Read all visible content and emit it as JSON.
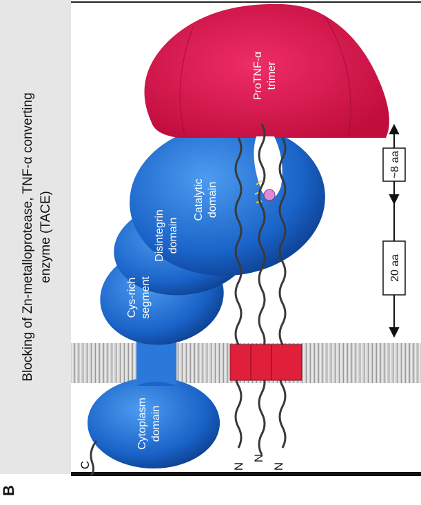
{
  "panel_label": "B",
  "caption": {
    "line1": "Blocking of Zn-metalloprotease, TNF-α converting",
    "line2": "enzyme (TACE)"
  },
  "labels": {
    "c_terminus": "C",
    "n_terminus": "N",
    "cytoplasm": [
      "Cytoplasm",
      "domain"
    ],
    "cys_rich": [
      "Cys-rich",
      "segment"
    ],
    "disintegrin": [
      "Disintegrin",
      "domain"
    ],
    "catalytic": [
      "Catalytic",
      "domain"
    ],
    "protnf": [
      "ProTNF-α",
      "trimer"
    ]
  },
  "measurements": {
    "span_20": "20 aa",
    "span_8": "~8 aa"
  },
  "colors": {
    "domain_blue": "#1a63c8",
    "domain_blue_light": "#3f8fe6",
    "trimer_red": "#e0154f",
    "membrane_box": "#e0203a",
    "zinc": "#e08ad8",
    "chain": "#3a3a3a"
  }
}
